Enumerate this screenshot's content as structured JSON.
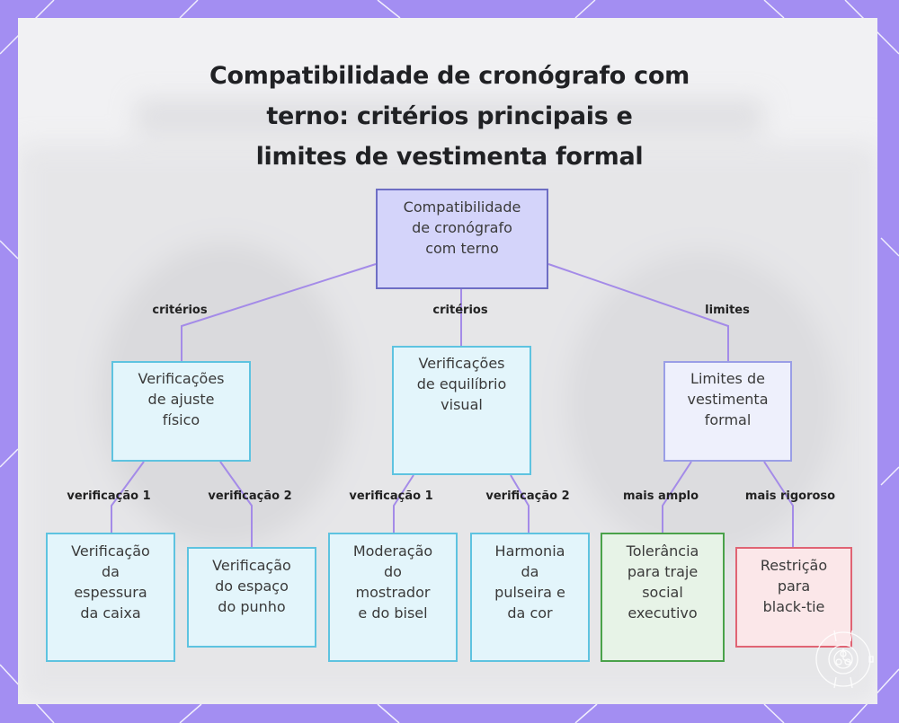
{
  "diagram": {
    "title_lines": [
      "Compatibilidade de cronógrafo com",
      "terno: critérios principais e",
      "limites de vestimenta formal"
    ],
    "root": {
      "lines": [
        "Compatibilidade",
        "de cronógrafo",
        "com terno"
      ]
    },
    "branches": [
      {
        "edge": "critérios",
        "lines": [
          "Verificações",
          "de ajuste",
          "físico"
        ]
      },
      {
        "edge": "critérios",
        "lines": [
          "Verificações",
          "de equilíbrio",
          "visual"
        ]
      },
      {
        "edge": "limites",
        "lines": [
          "Limites de",
          "vestimenta",
          "formal"
        ]
      }
    ],
    "leaves": [
      {
        "edge": "verificação 1",
        "lines": [
          "Verificação",
          "da",
          "espessura",
          "da caixa"
        ]
      },
      {
        "edge": "verificação 2",
        "lines": [
          "Verificação",
          "do espaço",
          "do punho"
        ]
      },
      {
        "edge": "verificação 1",
        "lines": [
          "Moderação",
          "do",
          "mostrador",
          "e do bisel"
        ]
      },
      {
        "edge": "verificação 2",
        "lines": [
          "Harmonia",
          "da",
          "pulseira e",
          "da cor"
        ]
      },
      {
        "edge": "mais amplo",
        "lines": [
          "Tolerância",
          "para traje",
          "social",
          "executivo"
        ]
      },
      {
        "edge": "mais rigoroso",
        "lines": [
          "Restrição",
          "para",
          "black-tie"
        ]
      }
    ],
    "colors": {
      "frame": "#a38ef2",
      "connector": "#a48be8",
      "root_fill": "#d4d4fa",
      "physical_border": "#5ec3e0",
      "limits_border": "#9a9ee6",
      "executive_border": "#4aa24a",
      "blacktie_border": "#e06474"
    },
    "watermark_icon": "watch-icon"
  }
}
